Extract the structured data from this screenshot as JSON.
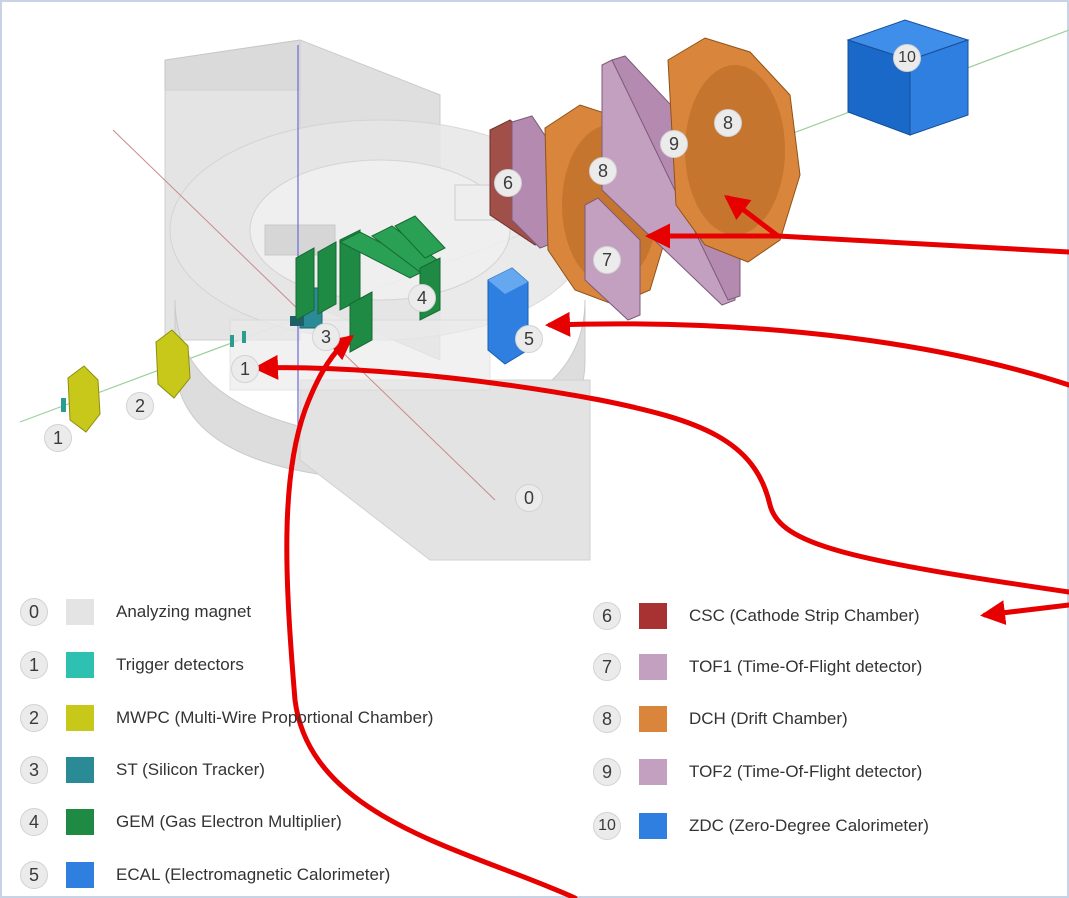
{
  "scene": {
    "numbers": [
      "0",
      "1",
      "1",
      "2",
      "3",
      "4",
      "5",
      "6",
      "7",
      "8",
      "8",
      "9",
      "10"
    ]
  },
  "legend": {
    "left": [
      {
        "num": "0",
        "label": "Analyzing magnet",
        "color": "#e4e4e4"
      },
      {
        "num": "1",
        "label": "Trigger detectors",
        "color": "#2ec0b0"
      },
      {
        "num": "2",
        "label": "MWPC (Multi-Wire Proportional Chamber)",
        "color": "#c8c81a"
      },
      {
        "num": "3",
        "label": "ST (Silicon Tracker)",
        "color": "#2a8a96"
      },
      {
        "num": "4",
        "label": "GEM (Gas Electron Multiplier)",
        "color": "#1e8a44"
      },
      {
        "num": "5",
        "label": "ECAL (Electromagnetic Calorimeter)",
        "color": "#2f7fe0"
      }
    ],
    "right": [
      {
        "num": "6",
        "label": "CSC (Cathode Strip Chamber)",
        "color": "#a83232"
      },
      {
        "num": "7",
        "label": "TOF1 (Time-Of-Flight detector)",
        "color": "#c4a0c0"
      },
      {
        "num": "8",
        "label": "DCH (Drift Chamber)",
        "color": "#d9863c"
      },
      {
        "num": "9",
        "label": "TOF2 (Time-Of-Flight detector)",
        "color": "#c4a0c0"
      },
      {
        "num": "10",
        "label": "ZDC (Zero-Degree Calorimeter)",
        "color": "#2f7fe0"
      }
    ]
  },
  "colors": {
    "arrow": "#e60000",
    "beam": "#7fc07f"
  }
}
